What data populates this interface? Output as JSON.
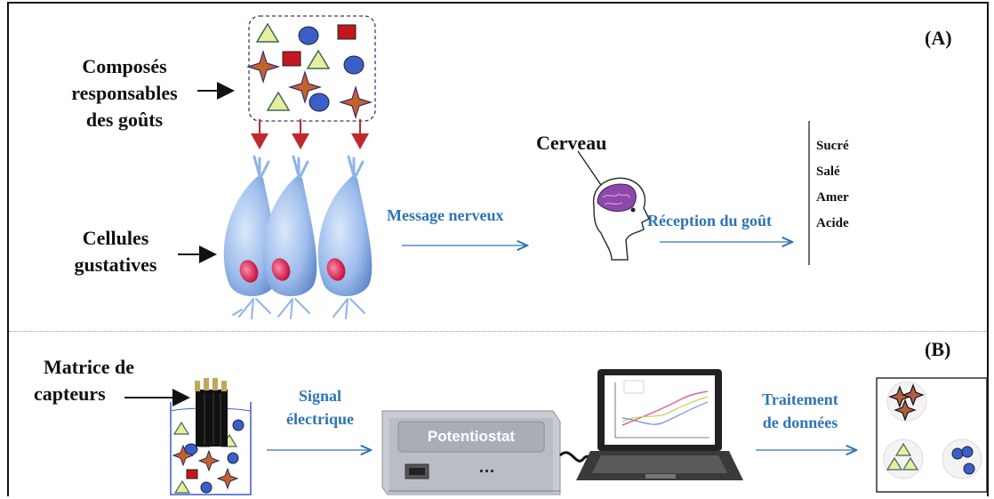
{
  "panel_a": {
    "label": "(A)",
    "compounds_label": [
      "Composés",
      "responsables",
      "des goûts"
    ],
    "cells_label": [
      "Cellules",
      "gustatives"
    ],
    "nerve_message": "Message nerveux",
    "brain_label": "Cerveau",
    "taste_reception": "Réception du goût",
    "tastes": [
      "Sucré",
      "Salé",
      "Amer",
      "Acide"
    ]
  },
  "panel_b": {
    "label": "(B)",
    "sensor_array_label": [
      "Matrice de",
      "capteurs"
    ],
    "electric_signal": [
      "Signal",
      "électrique"
    ],
    "potentiostat": "Potentiostat",
    "data_processing": [
      "Traitement",
      "de données"
    ]
  },
  "colors": {
    "accent_blue": "#2e74b5",
    "cell_blue": "#8fb4e8",
    "red_arrow": "#c0282d",
    "triangle_fill": "#e8ee9c",
    "square_fill": "#c3161f",
    "circle_fill": "#3a5fc8",
    "star_fill": "#c4622a"
  }
}
